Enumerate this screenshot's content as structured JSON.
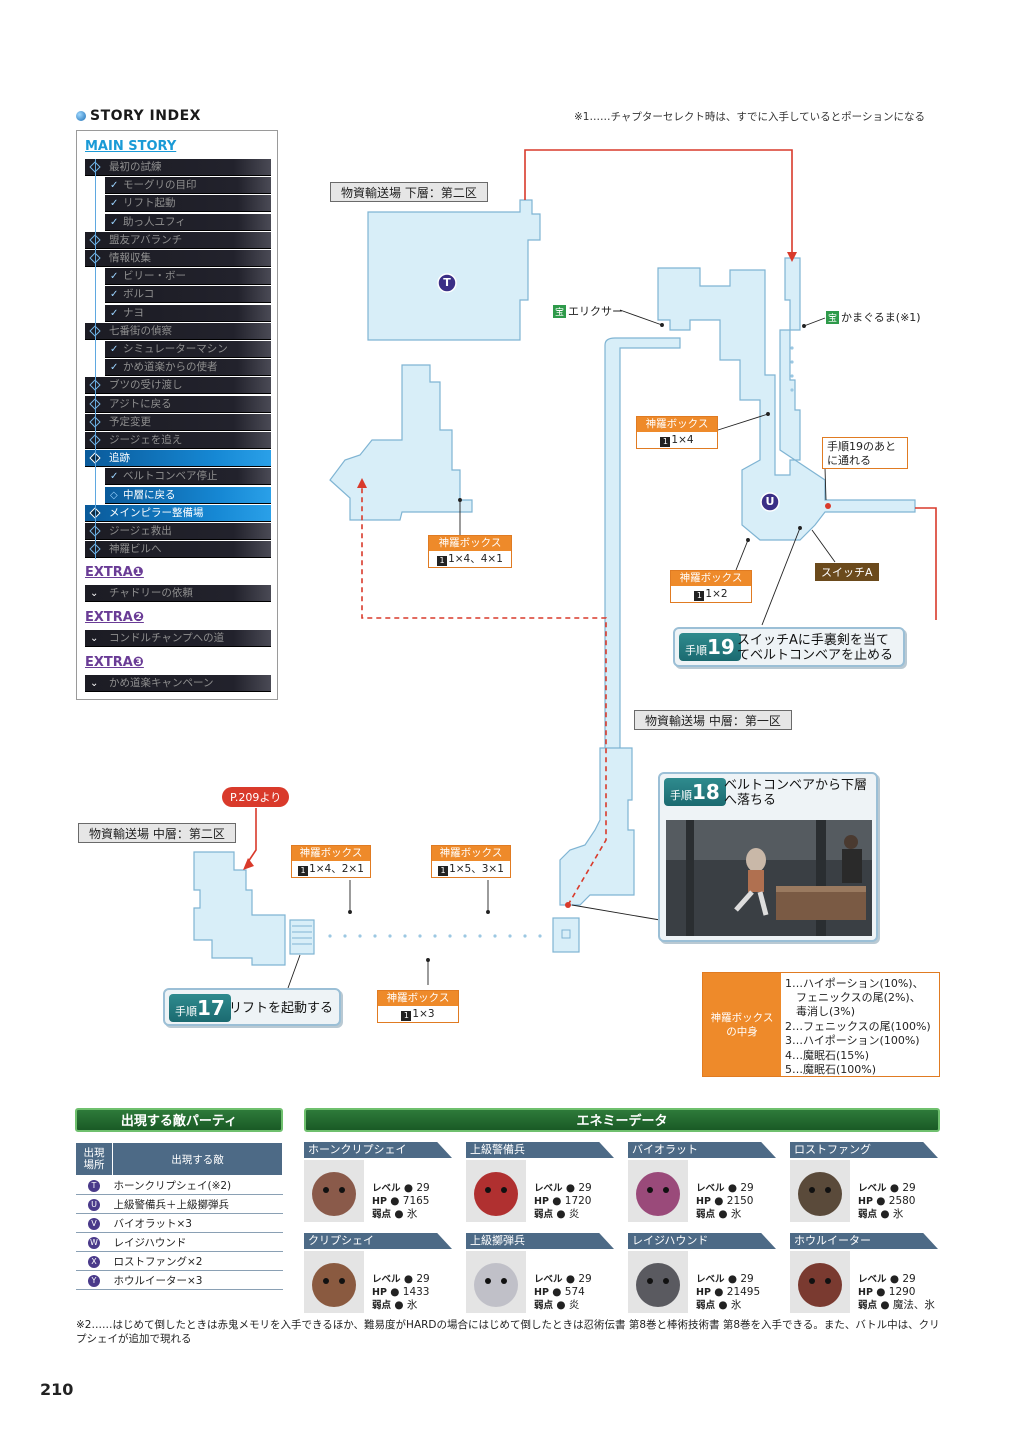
{
  "header_note": "※1……チャプターセレクト時は、すでに入手しているとポーションになる",
  "story_index": {
    "heading": "STORY INDEX",
    "main_title": "MAIN STORY",
    "main_items": [
      {
        "label": "最初の試練",
        "type": "main"
      },
      {
        "label": "モーグリの目印",
        "type": "sub"
      },
      {
        "label": "リフト起動",
        "type": "sub"
      },
      {
        "label": "助っ人ユフィ",
        "type": "sub"
      },
      {
        "label": "盟友アバランチ",
        "type": "main"
      },
      {
        "label": "情報収集",
        "type": "main"
      },
      {
        "label": "ビリー・ボー",
        "type": "sub"
      },
      {
        "label": "ボルコ",
        "type": "sub"
      },
      {
        "label": "ナヨ",
        "type": "sub"
      },
      {
        "label": "七番街の偵察",
        "type": "main"
      },
      {
        "label": "シミュレーターマシン",
        "type": "sub"
      },
      {
        "label": "かめ道楽からの使者",
        "type": "sub"
      },
      {
        "label": "ブツの受け渡し",
        "type": "main"
      },
      {
        "label": "アジトに戻る",
        "type": "main"
      },
      {
        "label": "予定変更",
        "type": "main"
      },
      {
        "label": "ジージェを追え",
        "type": "main"
      },
      {
        "label": "追跡",
        "type": "main-hl"
      },
      {
        "label": "ベルトコンベア停止",
        "type": "sub"
      },
      {
        "label": "中層に戻る",
        "type": "sub-hl"
      },
      {
        "label": "メインピラー整備場",
        "type": "main-hl"
      },
      {
        "label": "ジージェ救出",
        "type": "main"
      },
      {
        "label": "神羅ビルへ",
        "type": "main"
      }
    ],
    "extra1_title": "EXTRA❶",
    "extra1_item": "チャドリーの依頼",
    "extra2_title": "EXTRA❷",
    "extra2_item": "コンドルチャンプへの道",
    "extra3_title": "EXTRA❸",
    "extra3_item": "かめ道楽キャンペーン"
  },
  "map": {
    "area_lower2": "物資輸送場 下層：第二区",
    "area_mid1": "物資輸送場 中層：第一区",
    "area_mid2": "物資輸送場 中層：第二区",
    "marker_t": "T",
    "marker_u": "U",
    "elixir": "エリクサー",
    "kamaguruma": "かまぐるま(※1)",
    "treasure_tag": "宝",
    "after_step19": "手順19のあと\nに通れる",
    "switch_a": "スイッチA",
    "from_page": "P.209より",
    "box_title": "神羅ボックス",
    "box1_value": "1×4",
    "box2_value": "1×4、4×1",
    "box3_value": "1×2",
    "box4_value": "1×4、2×1",
    "box5_value": "1×5、3×1",
    "box6_value": "1×3",
    "step_prefix": "手順",
    "step19_num": "19",
    "step19_text": "スイッチAに手裏剣を当て\nてベルトコンベアを止める",
    "step18_num": "18",
    "step18_text": "ベルトコンベアから下層\nへ落ちる",
    "step17_num": "17",
    "step17_text": "リフトを起動する"
  },
  "box_contents": {
    "title": "神羅ボックス\nの中身",
    "lines": [
      "1…ハイポーション(10%)、",
      "　フェニックスの尾(2%)、",
      "　毒消し(3%)",
      "2…フェニックスの尾(100%)",
      "3…ハイポーション(100%)",
      "4…魔眠石(15%)",
      "5…魔眠石(100%)"
    ]
  },
  "party": {
    "heading": "出現する敵パーティ",
    "col_location": "出現\n場所",
    "col_enemy": "出現する敵",
    "rows": [
      {
        "loc": "T",
        "enemy": "ホーンクリプシェイ(※2)"
      },
      {
        "loc": "U",
        "enemy": "上級警備兵＋上級擲弾兵"
      },
      {
        "loc": "V",
        "enemy": "バイオラット×3"
      },
      {
        "loc": "W",
        "enemy": "レイジハウンド"
      },
      {
        "loc": "X",
        "enemy": "ロストファング×2"
      },
      {
        "loc": "Y",
        "enemy": "ホウルイーター×3"
      }
    ]
  },
  "enemy_data": {
    "heading": "エネミーデータ",
    "level_label": "レベル",
    "hp_label": "HP",
    "weak_label": "弱点",
    "enemies": [
      {
        "name": "ホーンクリプシェイ",
        "level": "29",
        "hp": "7165",
        "weak": "氷"
      },
      {
        "name": "上級警備兵",
        "level": "29",
        "hp": "1720",
        "weak": "炎"
      },
      {
        "name": "バイオラット",
        "level": "29",
        "hp": "2150",
        "weak": "氷"
      },
      {
        "name": "ロストファング",
        "level": "29",
        "hp": "2580",
        "weak": "氷"
      },
      {
        "name": "クリプシェイ",
        "level": "29",
        "hp": "1433",
        "weak": "氷"
      },
      {
        "name": "上級擲弾兵",
        "level": "29",
        "hp": "574",
        "weak": "炎"
      },
      {
        "name": "レイジハウンド",
        "level": "29",
        "hp": "21495",
        "weak": "氷"
      },
      {
        "name": "ホウルイーター",
        "level": "29",
        "hp": "1290",
        "weak": "魔法、氷"
      }
    ]
  },
  "footnote": "※2……はじめて倒したときは赤鬼メモリを入手できるほか、難易度がHARDの場合にはじめて倒したときは忍術伝書 第8巻と棒術技術書 第8巻を入手できる。また、バトル中は、クリプシェイが追加で現れる",
  "page_number": "210",
  "colors": {
    "map_fill": "#d8eef8",
    "map_stroke": "#7fb4d3",
    "route_red": "#d93a2b",
    "orange": "#ee8a2a",
    "accent_blue": "#1a8fd4"
  }
}
